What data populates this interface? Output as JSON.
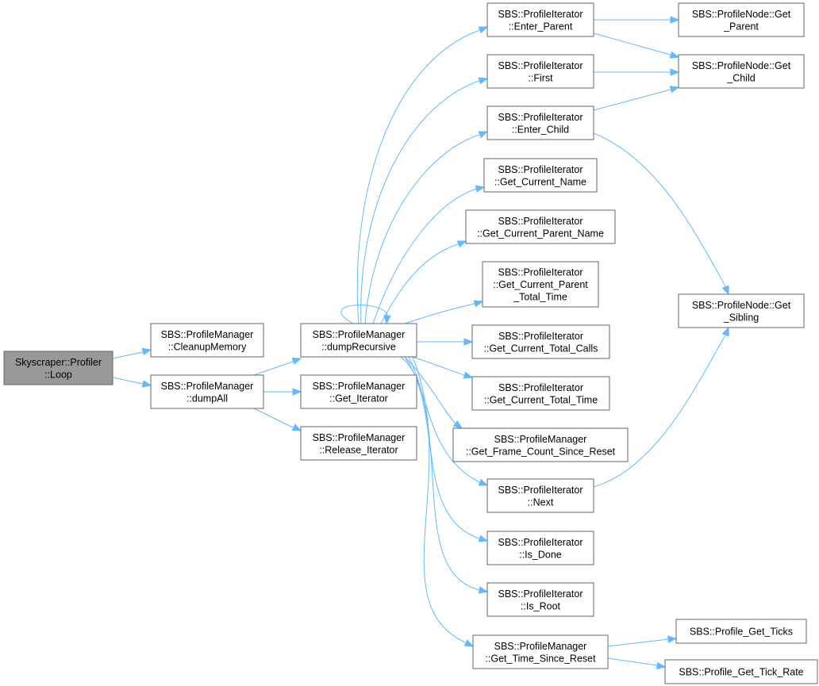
{
  "nodes": {
    "loop": [
      "Skyscraper::Profiler",
      "::Loop"
    ],
    "cleanup": [
      "SBS::ProfileManager",
      "::CleanupMemory"
    ],
    "dumpall": [
      "SBS::ProfileManager",
      "::dumpAll"
    ],
    "dumprec": [
      "SBS::ProfileManager",
      "::dumpRecursive"
    ],
    "getiter": [
      "SBS::ProfileManager",
      "::Get_Iterator"
    ],
    "reliter": [
      "SBS::ProfileManager",
      "::Release_Iterator"
    ],
    "enterparent": [
      "SBS::ProfileIterator",
      "::Enter_Parent"
    ],
    "first": [
      "SBS::ProfileIterator",
      "::First"
    ],
    "enterchild": [
      "SBS::ProfileIterator",
      "::Enter_Child"
    ],
    "curname": [
      "SBS::ProfileIterator",
      "::Get_Current_Name"
    ],
    "curparentname": [
      "SBS::ProfileIterator",
      "::Get_Current_Parent_Name"
    ],
    "curparenttotal": [
      "SBS::ProfileIterator",
      "::Get_Current_Parent",
      "_Total_Time"
    ],
    "curtotalcalls": [
      "SBS::ProfileIterator",
      "::Get_Current_Total_Calls"
    ],
    "curtotaltime": [
      "SBS::ProfileIterator",
      "::Get_Current_Total_Time"
    ],
    "framecount": [
      "SBS::ProfileManager",
      "::Get_Frame_Count_Since_Reset"
    ],
    "next": [
      "SBS::ProfileIterator",
      "::Next"
    ],
    "isdone": [
      "SBS::ProfileIterator",
      "::Is_Done"
    ],
    "isroot": [
      "SBS::ProfileIterator",
      "::Is_Root"
    ],
    "timesince": [
      "SBS::ProfileManager",
      "::Get_Time_Since_Reset"
    ],
    "getparent": [
      "SBS::ProfileNode::Get",
      "_Parent"
    ],
    "getchild": [
      "SBS::ProfileNode::Get",
      "_Child"
    ],
    "getsibling": [
      "SBS::ProfileNode::Get",
      "_Sibling"
    ],
    "getticks": [
      "SBS::Profile_Get_Ticks"
    ],
    "tickrate": [
      "SBS::Profile_Get_Tick_Rate"
    ]
  },
  "colors": {
    "edge": "#63b8ff",
    "node_border": "#666666",
    "root_fill": "#999999"
  }
}
